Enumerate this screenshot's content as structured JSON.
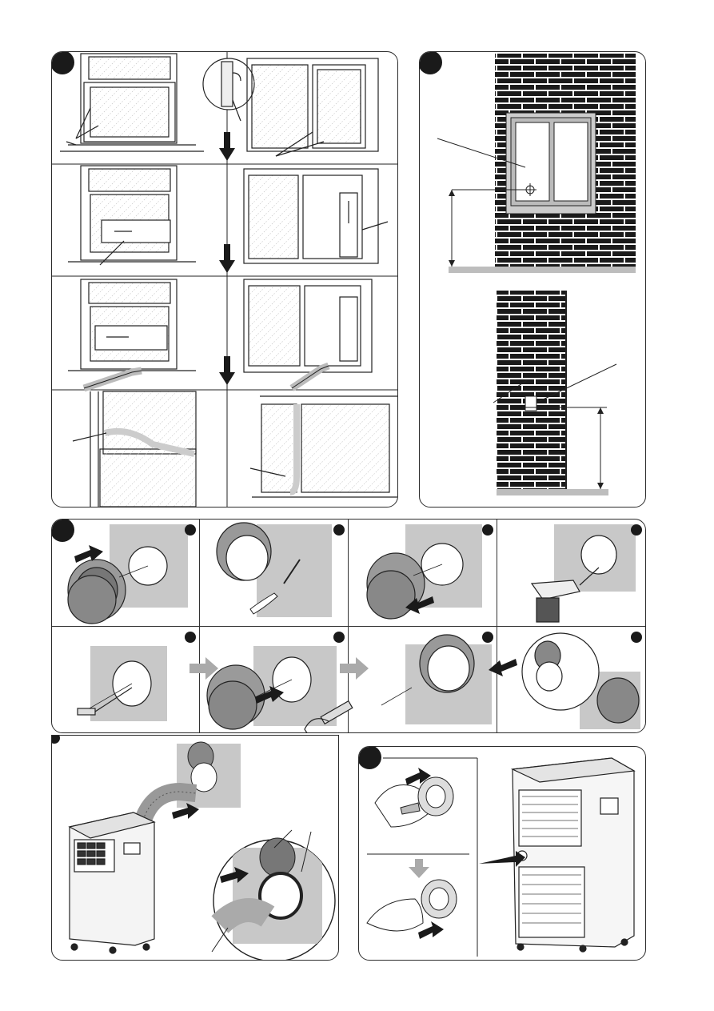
{
  "figure": {
    "panels": [
      {
        "id": "window-kit",
        "steps": 4
      },
      {
        "id": "wall-position",
        "steps": 2
      },
      {
        "id": "wall-mount-kit",
        "steps": 8
      },
      {
        "id": "hose-connection",
        "steps": 1
      },
      {
        "id": "drain-plug",
        "steps": 2
      }
    ]
  },
  "colors": {
    "line": "#1a1a1a",
    "wall_grey": "#c8c8c8",
    "ground": "#bdbdbd",
    "glass": "#ffffff"
  },
  "icons": [
    "down-arrow-icon",
    "right-arrow-icon",
    "drill-icon",
    "screw-icon",
    "hose-icon",
    "air-conditioner-icon",
    "brick-wall-icon"
  ]
}
